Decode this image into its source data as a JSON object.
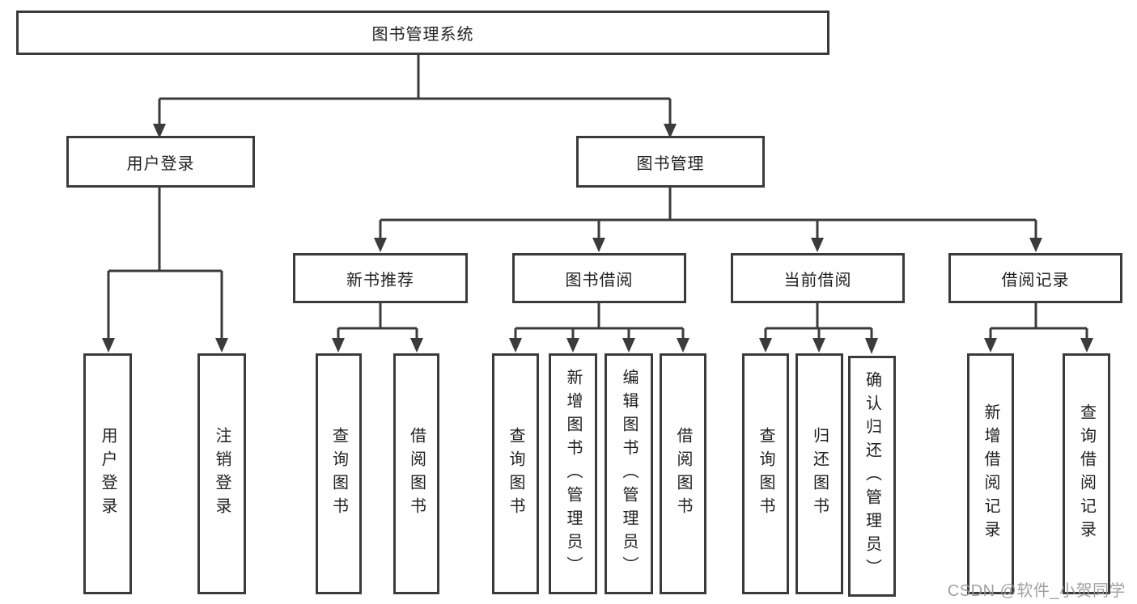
{
  "diagram": {
    "root": {
      "label": "图书管理系统"
    },
    "level2": [
      {
        "label": "用户登录",
        "children": [
          {
            "label": "用户登录"
          },
          {
            "label": "注销登录"
          }
        ]
      },
      {
        "label": "图书管理",
        "children": [
          {
            "label": "新书推荐",
            "children": [
              {
                "label": "查询图书"
              },
              {
                "label": "借阅图书"
              }
            ]
          },
          {
            "label": "图书借阅",
            "children": [
              {
                "label": "查询图书"
              },
              {
                "label": "新增图书（管理员）"
              },
              {
                "label": "编辑图书（管理员）"
              },
              {
                "label": "借阅图书"
              }
            ]
          },
          {
            "label": "当前借阅",
            "children": [
              {
                "label": "查询图书"
              },
              {
                "label": "归还图书"
              },
              {
                "label": "确认归还（管理员）"
              }
            ]
          },
          {
            "label": "借阅记录",
            "children": [
              {
                "label": "新增借阅记录"
              },
              {
                "label": "查询借阅记录"
              }
            ]
          }
        ]
      }
    ]
  },
  "watermark": {
    "text": "CSDN @软件_小贺同学"
  },
  "colors": {
    "line": "#3b3b3b",
    "text": "#1f1f1f",
    "watermark": "#999999",
    "background": "#ffffff"
  }
}
